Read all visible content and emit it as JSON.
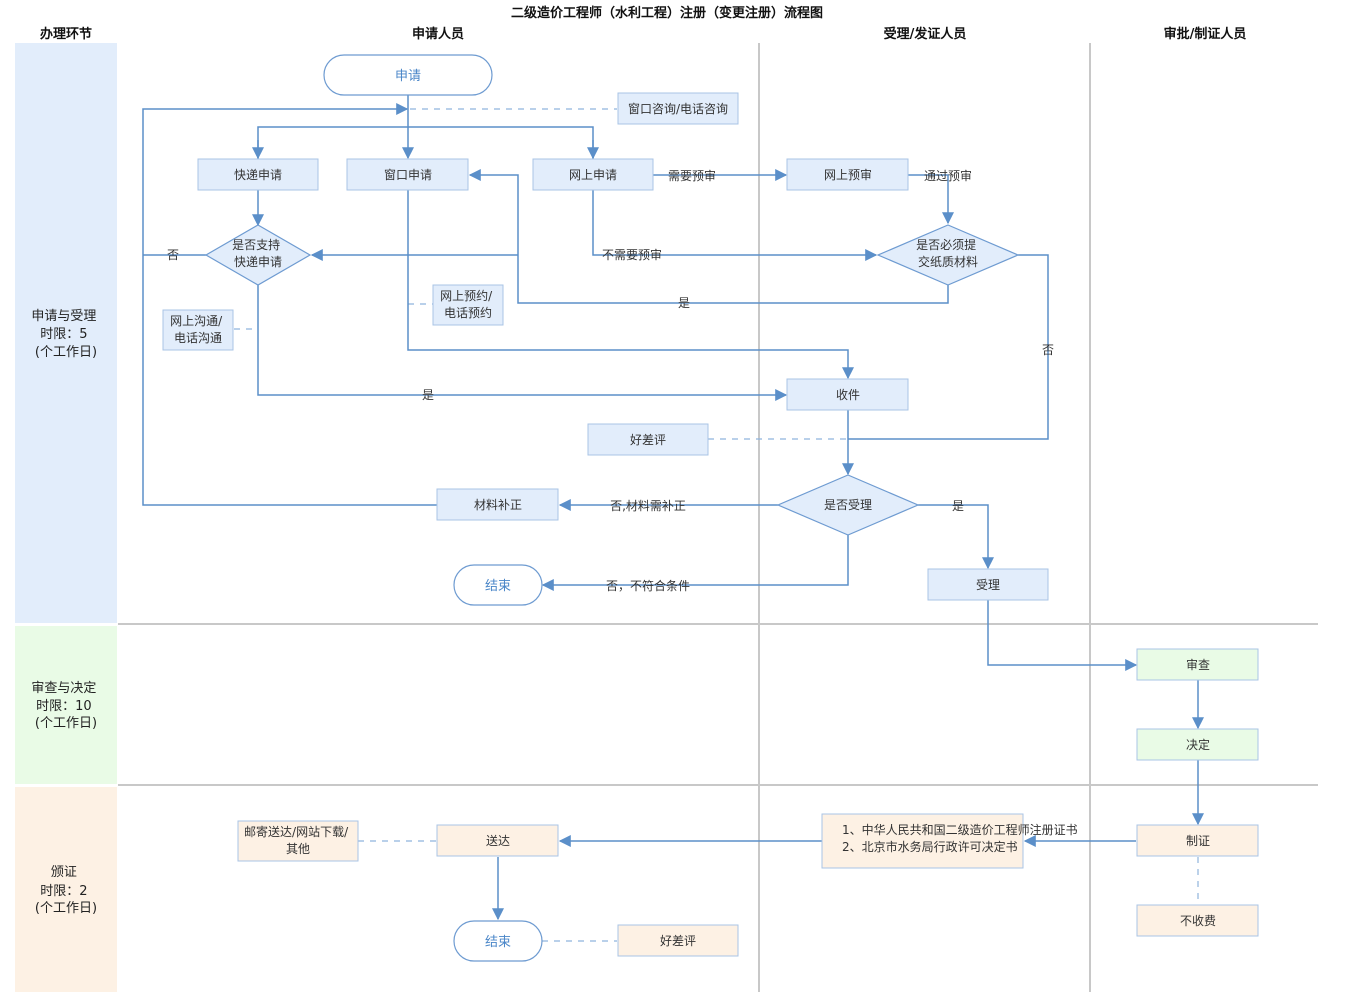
{
  "title": "二级造价工程师（水利工程）注册（变更注册）流程图",
  "headers": {
    "stage": "办理环节",
    "applicant": "申请人员",
    "acceptor": "受理/发证人员",
    "approver": "审批/制证人员"
  },
  "phases": {
    "p1": [
      "申请与受理",
      "时限：5",
      "(个工作日)"
    ],
    "p2": [
      "审查与决定",
      "时限：10",
      "(个工作日)"
    ],
    "p3": [
      "颁证",
      "时限：2",
      "(个工作日)"
    ]
  },
  "colors": {
    "phase1": "#e2edfb",
    "phase2": "#e9fbe6",
    "phase3": "#fdf1e4",
    "line": "#5b8fc9"
  },
  "nodes": {
    "apply": "申请",
    "consult": "窗口咨询/电话咨询",
    "express": "快递申请",
    "window": "窗口申请",
    "online": "网上申请",
    "precheck": "网上预审",
    "express_ok": [
      "是否支持",
      "快递申请"
    ],
    "paper_needed": [
      "是否必须提",
      "交纸质材料"
    ],
    "booking": [
      "网上预约/",
      "电话预约"
    ],
    "communicate": [
      "网上沟通/",
      "电话沟通"
    ],
    "receive": "收件",
    "rating1": "好差评",
    "accept_q": "是否受理",
    "supplement": "材料补正",
    "end1": "结束",
    "accept": "受理",
    "review": "审查",
    "decide": "决定",
    "certify": "制证",
    "nofee": "不收费",
    "certs": [
      "1、中华人民共和国二级造价工程师注册证书",
      "2、北京市水务局行政许可决定书"
    ],
    "deliver": "送达",
    "deliver_ways": [
      "邮寄送达/网站下载/",
      "其他"
    ],
    "end2": "结束",
    "rating2": "好差评"
  },
  "edge_labels": {
    "need_pre": "需要预审",
    "pass_pre": "通过预审",
    "no_pre": "不需要预审",
    "no1": "否",
    "yes_paper": "是",
    "no_paper": "否",
    "yes_express": "是",
    "no_supp": "否,材料需补正",
    "no_end": "否，不符合条件",
    "yes_accept": "是"
  }
}
